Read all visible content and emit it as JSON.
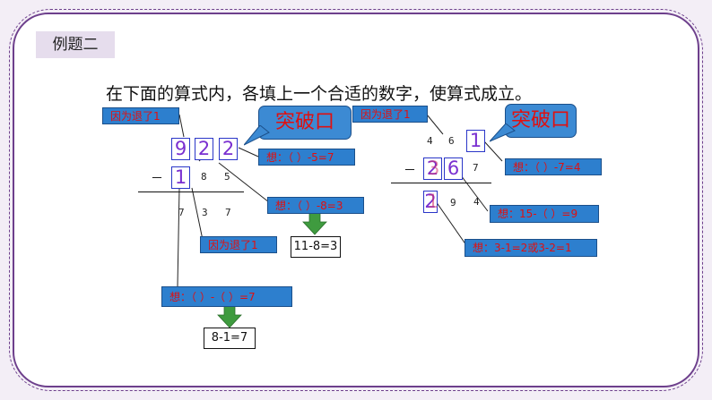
{
  "example_tag": "例题二",
  "instruction": "在下面的算式内，各填上一个合适的数字，使算式成立。",
  "breakthrough": "突破口",
  "left": {
    "top_digits": [
      "9",
      "2",
      "2"
    ],
    "subtrahend_box": "1",
    "subtrahend_rest": [
      "8",
      "5"
    ],
    "minus": "－",
    "result_digits": [
      "7",
      "3",
      "7"
    ],
    "note_borrow_top": "因为退了1",
    "note_borrow_bottom": "因为退了1",
    "think_ones": "想：（ ）-5=7",
    "think_tens": "想：（ ）-8=3",
    "think_hundreds": "想：（ ）-（ ）=7",
    "answer_tens": "11-8=3",
    "answer_hundreds": "8-1=7"
  },
  "right": {
    "top_small": [
      "4",
      "6"
    ],
    "top_box": "1",
    "minus": "－",
    "sub_box_a": "2",
    "sub_box_a_overlay": "3",
    "sub_box_b": "6",
    "sub_small": "7",
    "result_box": "2",
    "result_box_overlay": "1",
    "result_small": [
      "9",
      "4"
    ],
    "note_borrow": "因为退了1",
    "think_ones": "想：（ ）-7=4",
    "think_tens": "想：15-（ ）=9",
    "think_hundreds": "想：3-1=2或3-2=1"
  },
  "colors": {
    "frame": "#6d3f8c",
    "digit": "#7a2fd0",
    "note_box": "#2d7fce",
    "note_text": "#e01010",
    "arrow": "#3f9b3f"
  }
}
